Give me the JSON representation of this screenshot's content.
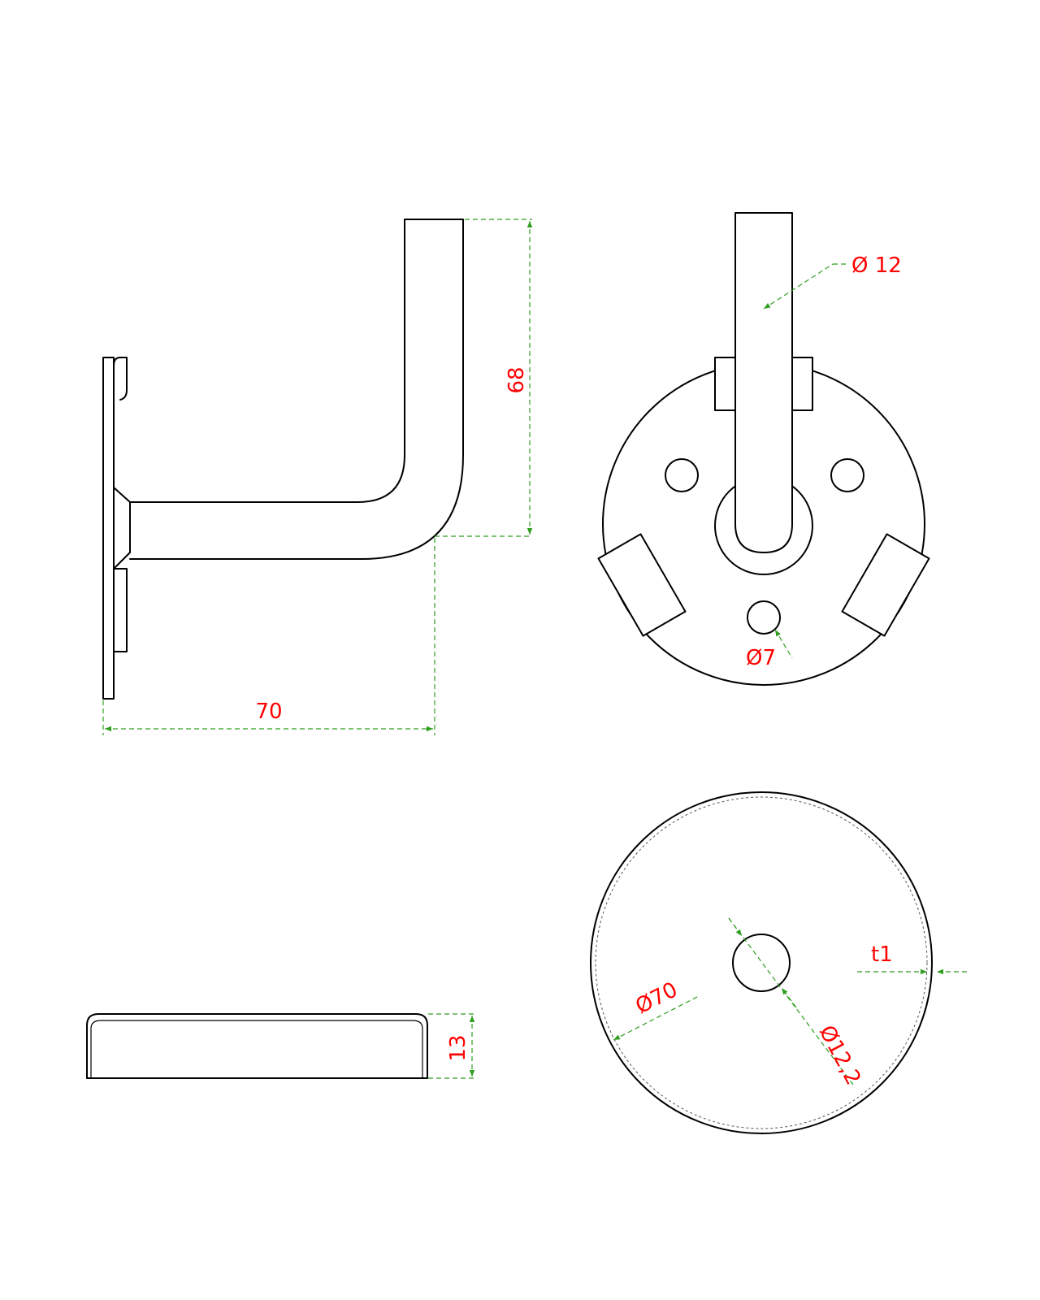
{
  "colors": {
    "outline": "#000000",
    "dimension_line": "#2e9e1f",
    "dimension_text": "#ff0000",
    "background": "#ffffff"
  },
  "dimensions": {
    "height": "68",
    "length": "70",
    "rod_diameter": "Ø 12",
    "hole_diameter": "Ø7",
    "cap_height": "13",
    "cap_diameter": "Ø70",
    "cap_hole_diameter": "Ø12,2",
    "cap_thickness": "t1"
  }
}
